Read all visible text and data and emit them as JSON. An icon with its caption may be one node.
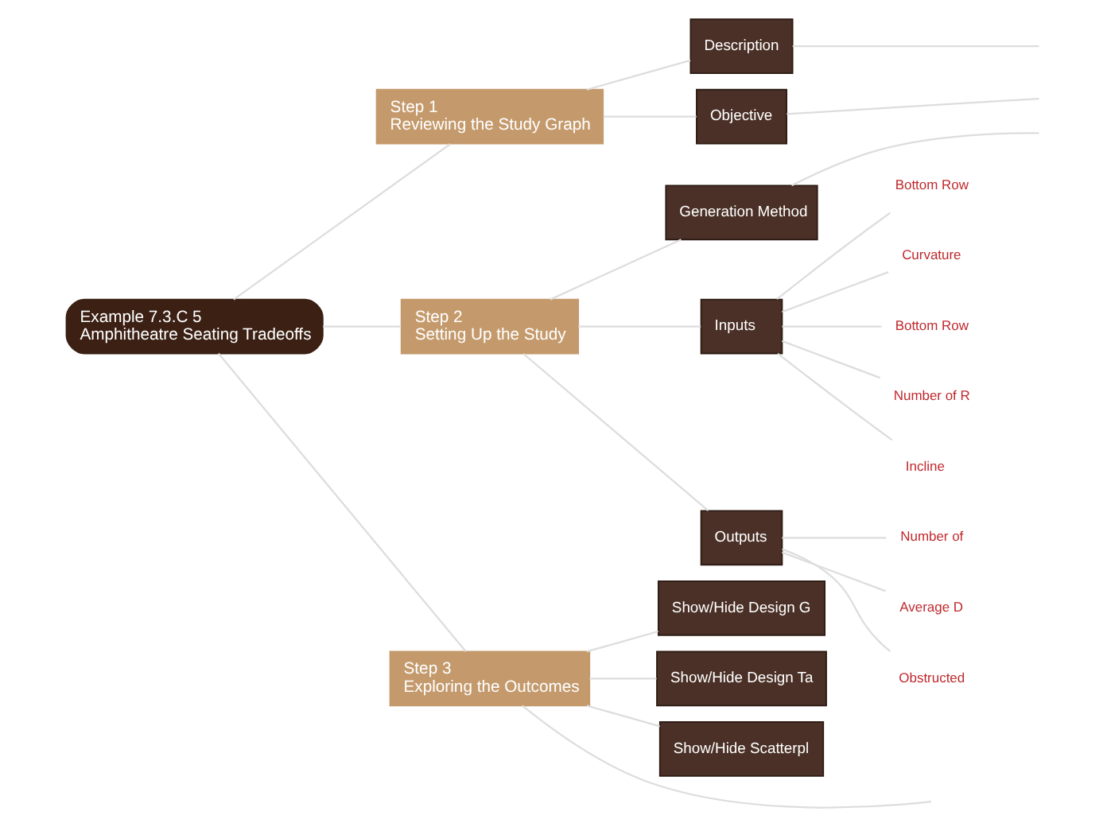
{
  "diagram": {
    "nodes": [
      {
        "text": [
          "Example 7.3.C 5",
          "Amphitheatre Seating Tradeoffs"
        ]
      },
      {
        "text": [
          "Step 1",
          "Reviewing the Study Graph"
        ]
      },
      {
        "text": [
          "Description"
        ]
      },
      {
        "text": [
          "Objective"
        ]
      },
      {
        "text": [
          "Step 2",
          "Setting Up the Study"
        ]
      },
      {
        "text": [
          "Generation Method"
        ]
      },
      {
        "text": [
          "Inputs"
        ]
      },
      {
        "text": [
          "Bottom Row"
        ]
      },
      {
        "text": [
          "Curvature"
        ]
      },
      {
        "text": [
          "Bottom Row"
        ]
      },
      {
        "text": [
          "Number of R"
        ]
      },
      {
        "text": [
          "Incline"
        ]
      },
      {
        "text": [
          "Outputs"
        ]
      },
      {
        "text": [
          "Number of"
        ]
      },
      {
        "text": [
          "Average D"
        ]
      },
      {
        "text": [
          "Obstructed"
        ]
      },
      {
        "text": [
          "Step 3",
          "Exploring the Outcomes"
        ]
      },
      {
        "text": [
          "Show/Hide Design G"
        ]
      },
      {
        "text": [
          "Show/Hide Design Ta"
        ]
      },
      {
        "text": [
          "Show/Hide Scatterpl"
        ]
      }
    ],
    "edges": [
      {
        "from": 0,
        "to": 1,
        "arrow": "none"
      },
      {
        "from": 1,
        "to": 2,
        "arrow": "none"
      },
      {
        "from": 1,
        "to": 3,
        "arrow": "none"
      },
      {
        "from": 2,
        "to": null,
        "arrow": "none"
      },
      {
        "from": 3,
        "to": null,
        "arrow": "none"
      },
      {
        "from": 0,
        "to": 4,
        "arrow": "none"
      },
      {
        "from": 4,
        "to": 5,
        "arrow": "none"
      },
      {
        "from": 5,
        "to": null,
        "arrow": "none"
      },
      {
        "from": 4,
        "to": 6,
        "arrow": "none"
      },
      {
        "from": 6,
        "to": 7,
        "arrow": "none"
      },
      {
        "from": 6,
        "to": 8,
        "arrow": "none"
      },
      {
        "from": 6,
        "to": 9,
        "arrow": "none"
      },
      {
        "from": 6,
        "to": 10,
        "arrow": "none"
      },
      {
        "from": 6,
        "to": 11,
        "arrow": "none"
      },
      {
        "from": 4,
        "to": 12,
        "arrow": "none"
      },
      {
        "from": 12,
        "to": 13,
        "arrow": "none"
      },
      {
        "from": 12,
        "to": 14,
        "arrow": "none"
      },
      {
        "from": 12,
        "to": 15,
        "arrow": "none"
      },
      {
        "from": 0,
        "to": 16,
        "arrow": "none"
      },
      {
        "from": 16,
        "to": 17,
        "arrow": "none"
      },
      {
        "from": 16,
        "to": 18,
        "arrow": "none"
      },
      {
        "from": 16,
        "to": 19,
        "arrow": "none"
      },
      {
        "from": 16,
        "to": null,
        "arrow": "none"
      }
    ]
  }
}
